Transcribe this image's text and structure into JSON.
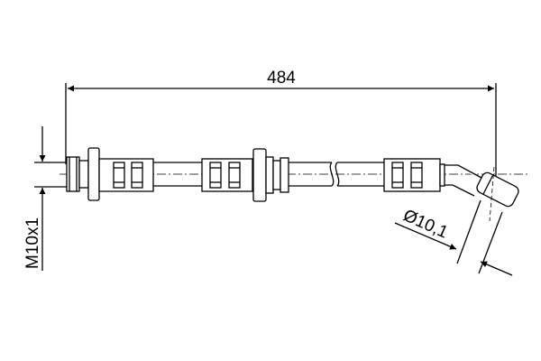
{
  "drawing": {
    "length_dimension": "484",
    "thread_dimension": "M10x1",
    "diameter_dimension": "Ø10,1"
  },
  "colors": {
    "line": "#000000",
    "background": "#ffffff"
  }
}
